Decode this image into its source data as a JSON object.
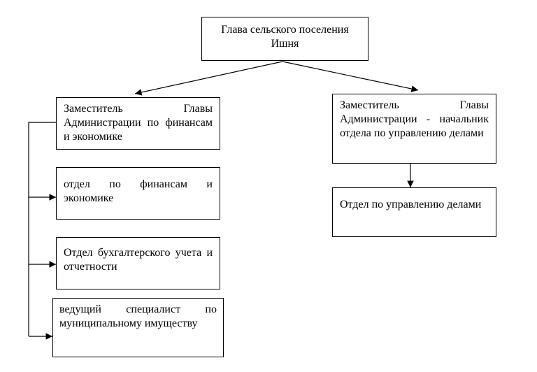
{
  "diagram": {
    "head": "Глава сельского поселения Ишня",
    "deputy_finance": "Заместитель Главы Администрации по финансам и экономике",
    "finance_department": "отдел по финансам и экономике",
    "accounting_department": "Отдел бухгалтерского учета и отчетности",
    "property_specialist": "ведущий специалист по муниципальному имуществу",
    "deputy_admin": "Заместитель Главы Администрации - начальник отдела по управлению делами",
    "admin_department": "Отдел по управлению делами"
  }
}
